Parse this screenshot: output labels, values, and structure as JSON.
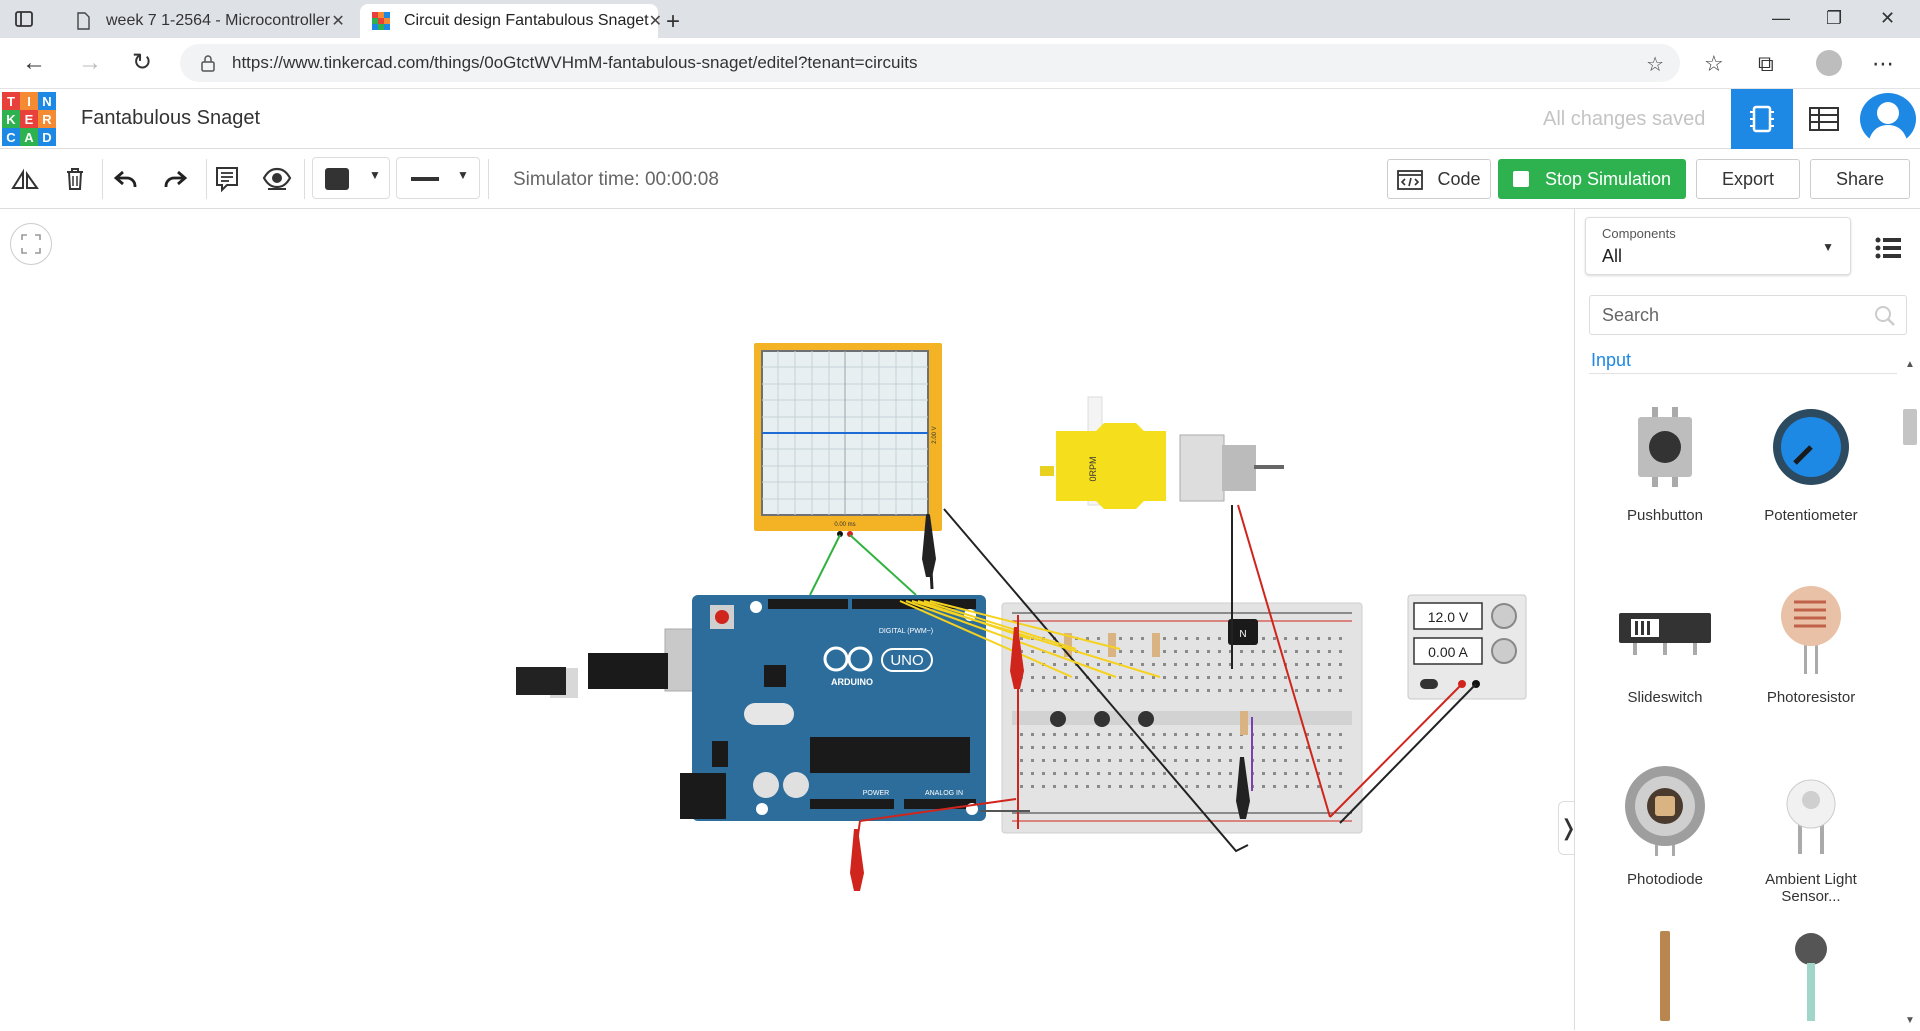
{
  "browser": {
    "tabs": [
      {
        "label": "week 7 1-2564 - Microcontroller",
        "active": false
      },
      {
        "label": "Circuit design Fantabulous Snaget",
        "active": true
      }
    ],
    "url": "https://www.tinkercad.com/things/0oGtctWVHmM-fantabulous-snaget/editel?tenant=circuits"
  },
  "app": {
    "logo_letters": [
      "T",
      "I",
      "N",
      "K",
      "E",
      "R",
      "C",
      "A",
      "D"
    ],
    "logo_colors": [
      "#e8413b",
      "#f48b32",
      "#1e88e5",
      "#2eb24f",
      "#e8413b",
      "#f48b32",
      "#1e88e5",
      "#2eb24f",
      "#1e88e5"
    ],
    "design_name": "Fantabulous Snaget",
    "save_status": "All changes saved",
    "accent": "#1e88e5"
  },
  "toolbar": {
    "simulator_time": "Simulator time: 00:00:08",
    "code_label": "Code",
    "stop_label": "Stop Simulation",
    "export_label": "Export",
    "share_label": "Share",
    "stop_color": "#2eb24f"
  },
  "canvas": {
    "oscilloscope_time": "0.00 ms",
    "oscilloscope_volt": "2.00 V",
    "motor_label": "0RPM",
    "arduino_brand": "ARDUINO",
    "arduino_model": "UNO",
    "arduino_digital": "DIGITAL (PWM~)",
    "arduino_power": "POWER",
    "arduino_analog": "ANALOG IN",
    "transistor_label": "N",
    "supply_voltage": "12.0 V",
    "supply_current": "0.00 A"
  },
  "panel": {
    "components_label": "Components",
    "components_value": "All",
    "search_placeholder": "Search",
    "section": "Input",
    "items": [
      {
        "label": "Pushbutton"
      },
      {
        "label": "Potentiometer"
      },
      {
        "label": "Slideswitch"
      },
      {
        "label": "Photoresistor"
      },
      {
        "label": "Photodiode"
      },
      {
        "label": "Ambient Light Sensor..."
      }
    ]
  }
}
